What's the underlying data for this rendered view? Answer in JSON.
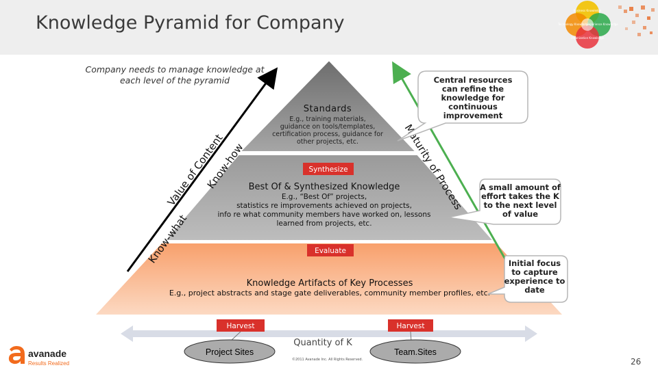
{
  "header": {
    "title": "Knowledge Pyramid for Company"
  },
  "intro_note": "Company needs to manage knowledge at each level of the pyramid",
  "pyramid": {
    "standards": {
      "title": "Standards",
      "lines": [
        "E.g., training materials,",
        "guidance on tools/templates,",
        "certification process, guidance for",
        "other projects, etc."
      ]
    },
    "best_of": {
      "title": "Best Of & Synthesized Knowledge",
      "lines": [
        "E.g., “Best Of” projects,",
        "statistics re improvements achieved on projects,",
        "info re what community members have worked on, lessons",
        "learned from projects, etc."
      ]
    },
    "artifacts": {
      "title": "Knowledge Artifacts of Key Processes",
      "line": "E.g., project abstracts and stage gate deliverables, community member profiles, etc."
    },
    "synthesize_label": "Synthesize",
    "evaluate_label": "Evaluate",
    "harvest_left": "Harvest",
    "harvest_right": "Harvest"
  },
  "arrows": {
    "value_of_content_label": "Value of Content",
    "know_how_label": "Know-how",
    "know_what_label": "Know-what",
    "maturity_label": "Maturity of Process",
    "quantity_label": "Quantity of K"
  },
  "callouts": {
    "central": [
      "Central resources",
      "can refine the",
      "knowledge for",
      "continuous",
      "improvement"
    ],
    "small_amount": [
      "A small amount of",
      "effort takes the K",
      "to the next level",
      "of value"
    ],
    "initial_focus": [
      "Initial focus",
      "to capture",
      "experience to",
      "date"
    ]
  },
  "sources": {
    "project_sites": "Project Sites",
    "team_sites": "Team.Sites"
  },
  "venn": {
    "circles": [
      {
        "label": "Business Knowledge",
        "color": "#f2c100"
      },
      {
        "label": "Technology Knowledge",
        "color": "#f28a00"
      },
      {
        "label": "Experience Knowledge",
        "color": "#2aa84a"
      },
      {
        "label": "Organization Knowledge",
        "color": "#e8323c"
      }
    ]
  },
  "footer": {
    "logo_name": "avanade",
    "logo_tagline": "Results Realized",
    "copyright": "©2011 Avanade Inc. All Rights Reserved.",
    "slide_number": "26"
  },
  "colors": {
    "pyramid_top": "#8a8a8a",
    "pyramid_middle": "#9e9e9e",
    "pyramid_base": "#f6a678",
    "label_red": "#d9312b",
    "green_arrow": "#4caf50",
    "logo_orange": "#f26b1d"
  }
}
